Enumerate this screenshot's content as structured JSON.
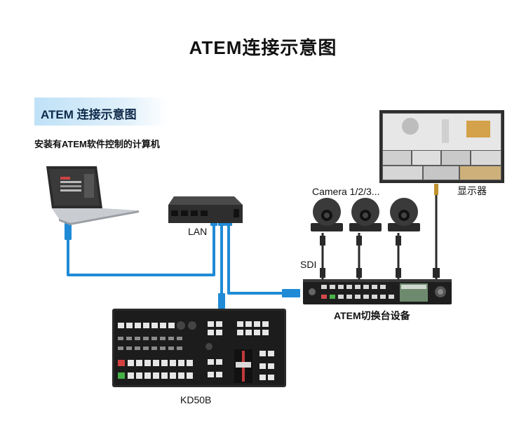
{
  "title": "ATEM连接示意图",
  "banner": "ATEM 连接示意图",
  "labels": {
    "computer": "安装有ATEM软件控制的计算机",
    "lan": "LAN",
    "cameras": "Camera 1/2/3...",
    "monitor": "显示器",
    "sdi": "SDI",
    "atem": "ATEM切换台设备",
    "controller": "KD50B"
  },
  "colors": {
    "cable_blue": "#1f8ad6",
    "banner_blue": "#bfe1f7",
    "device_dark": "#2a2a2a"
  }
}
